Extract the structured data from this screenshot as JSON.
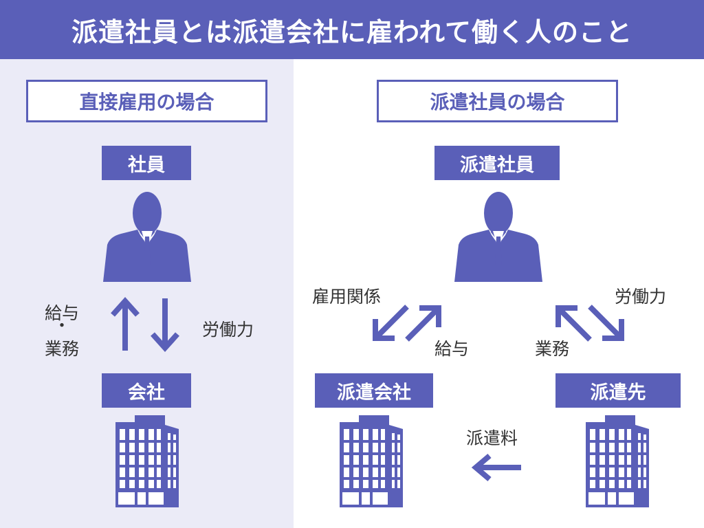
{
  "title": "派遣社員とは派遣会社に雇われて働く人のこと",
  "colors": {
    "accent": "#5a5fb8",
    "left_bg": "#ebebf7",
    "text": "#333333"
  },
  "left": {
    "heading": "直接雇用の場合",
    "employee": "社員",
    "company": "会社",
    "up_label_1": "給与",
    "up_label_dot": "・",
    "up_label_2": "業務",
    "down_label": "労働力"
  },
  "right": {
    "heading": "派遣社員の場合",
    "employee": "派遣社員",
    "agency": "派遣会社",
    "client": "派遣先",
    "employment": "雇用関係",
    "salary": "給与",
    "labor": "労働力",
    "work": "業務",
    "fee": "派遣料"
  },
  "icons": [
    "person-icon",
    "building-icon",
    "arrow-icon"
  ]
}
